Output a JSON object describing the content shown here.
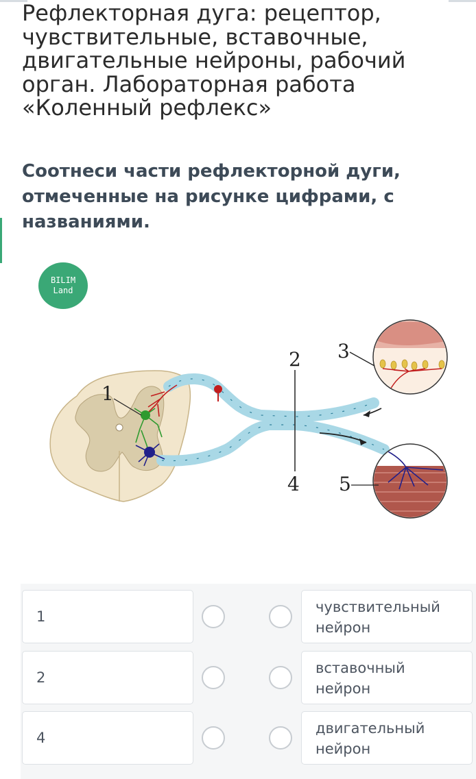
{
  "page": {
    "title": "Рефлекторная дуга: рецептор, чувствительные, вставочные, двигательные нейроны, рабочий орган. Лабораторная работа «Коленный рефлекс»",
    "question": "Соотнеси части рефлекторной дуги, отмеченные на рисунке цифрами, с названиями."
  },
  "logo": {
    "line1": "BILIM",
    "line2": "Land"
  },
  "figure": {
    "labels": [
      "1",
      "2",
      "3",
      "4",
      "5"
    ]
  },
  "matching": {
    "left": [
      "1",
      "2",
      "4"
    ],
    "right": [
      "чувствительный нейрон",
      "вставочный нейрон",
      "двигательный нейрон"
    ]
  },
  "colors": {
    "accent": "#3aa876",
    "spinal_cord": "#f2e6cc",
    "grey_matter": "#d9ccaa",
    "nerve_fiber": "#a9d8e6",
    "sensory_neuron": "#c21d1d",
    "interneuron": "#2f9a2f",
    "motor_neuron": "#21208a"
  }
}
